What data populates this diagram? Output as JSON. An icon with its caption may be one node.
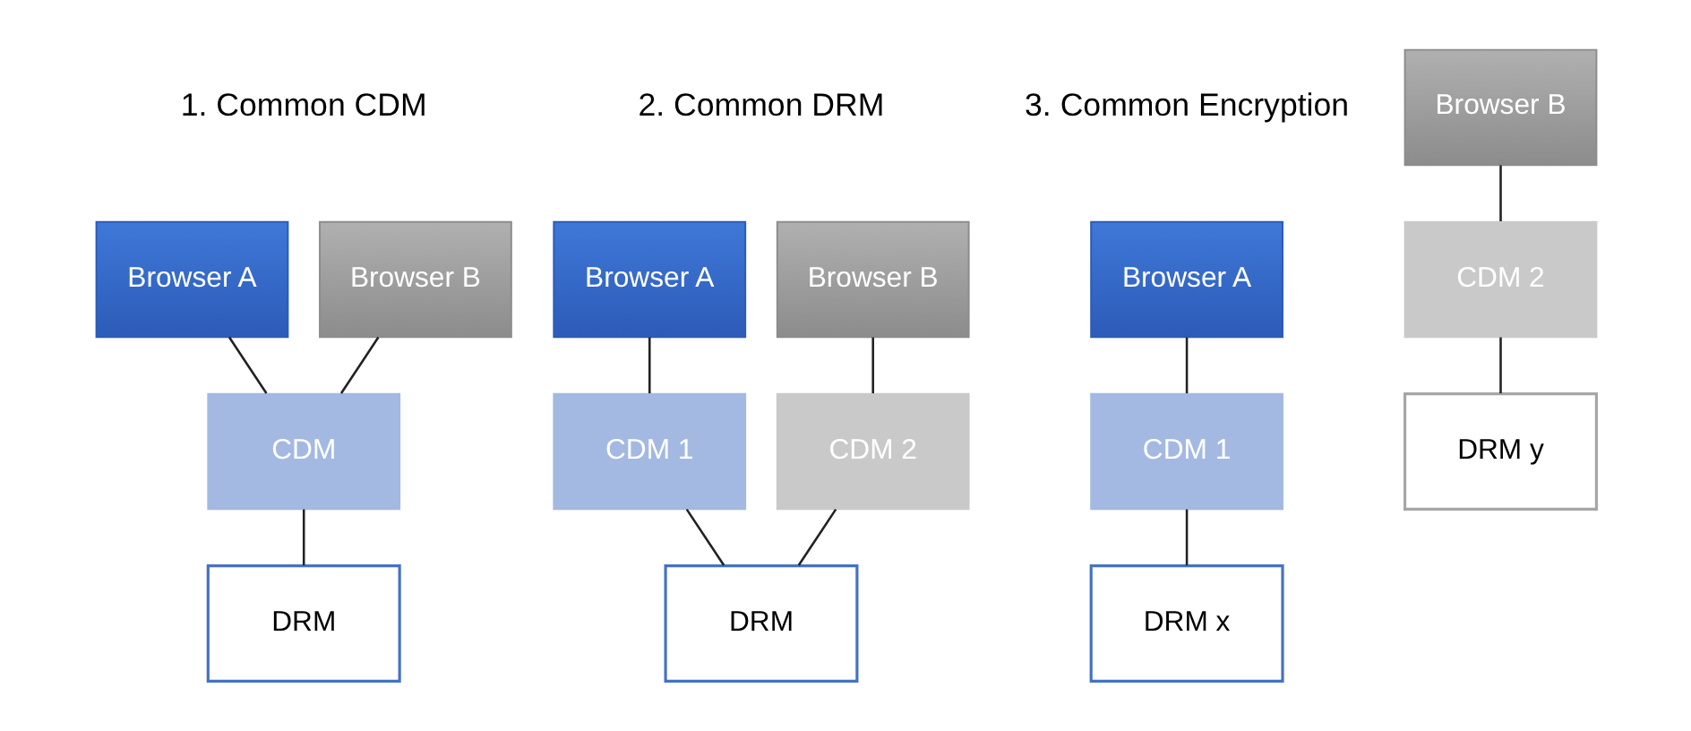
{
  "diagram": {
    "nodes": [
      {
        "text": [
          "Browser A"
        ]
      },
      {
        "text": [
          "Browser B"
        ]
      },
      {
        "text": [
          "CDM"
        ]
      },
      {
        "text": [
          "DRM"
        ]
      },
      {
        "text": [
          "Browser A"
        ]
      },
      {
        "text": [
          "Browser B"
        ]
      },
      {
        "text": [
          "CDM 1"
        ]
      },
      {
        "text": [
          "CDM 2"
        ]
      },
      {
        "text": [
          "DRM"
        ]
      },
      {
        "text": [
          "Browser A"
        ]
      },
      {
        "text": [
          "Browser B"
        ]
      },
      {
        "text": [
          "CDM 1"
        ]
      },
      {
        "text": [
          "CDM 2"
        ]
      },
      {
        "text": [
          "DRM x"
        ]
      },
      {
        "text": [
          "DRM y"
        ]
      }
    ],
    "edges": [
      {
        "from": 0,
        "to": 2,
        "arrow": "none"
      },
      {
        "from": 1,
        "to": 2,
        "arrow": "none"
      },
      {
        "from": 2,
        "to": 3,
        "arrow": "none"
      },
      {
        "from": 4,
        "to": 6,
        "arrow": "none"
      },
      {
        "from": 5,
        "to": 7,
        "arrow": "none"
      },
      {
        "from": 6,
        "to": 8,
        "arrow": "none"
      },
      {
        "from": 7,
        "to": 8,
        "arrow": "none"
      },
      {
        "from": 9,
        "to": 11,
        "arrow": "none"
      },
      {
        "from": 10,
        "to": 12,
        "arrow": "none"
      },
      {
        "from": 11,
        "to": 13,
        "arrow": "none"
      },
      {
        "from": 12,
        "to": 14,
        "arrow": "none"
      }
    ],
    "labels": [
      "1. Common CDM",
      "2. Common DRM",
      "3. Common Encryption"
    ]
  }
}
